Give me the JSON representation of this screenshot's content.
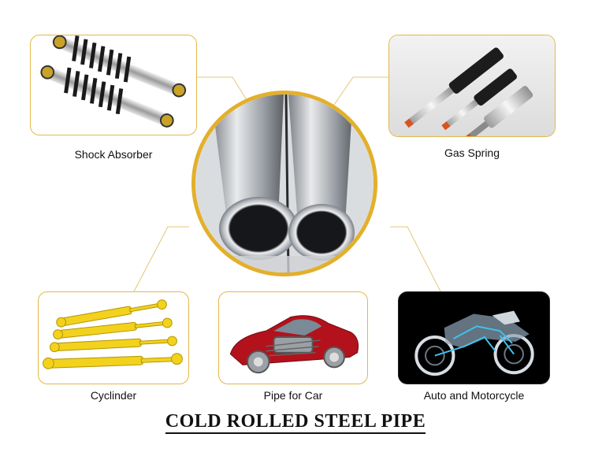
{
  "title": "COLD ROLLED STEEL PIPE",
  "accent_color": "#e3b02c",
  "applications": [
    {
      "label": "Shock Absorber",
      "icon": "shock-absorber-icon"
    },
    {
      "label": "Gas Spring",
      "icon": "gas-spring-icon"
    },
    {
      "label": "Cyclinder",
      "icon": "hydraulic-cylinder-icon"
    },
    {
      "label": "Pipe for Car",
      "icon": "car-icon"
    },
    {
      "label": "Auto and Motorcycle",
      "icon": "motorcycle-icon"
    }
  ],
  "center_image": "steel-pipe-icon"
}
